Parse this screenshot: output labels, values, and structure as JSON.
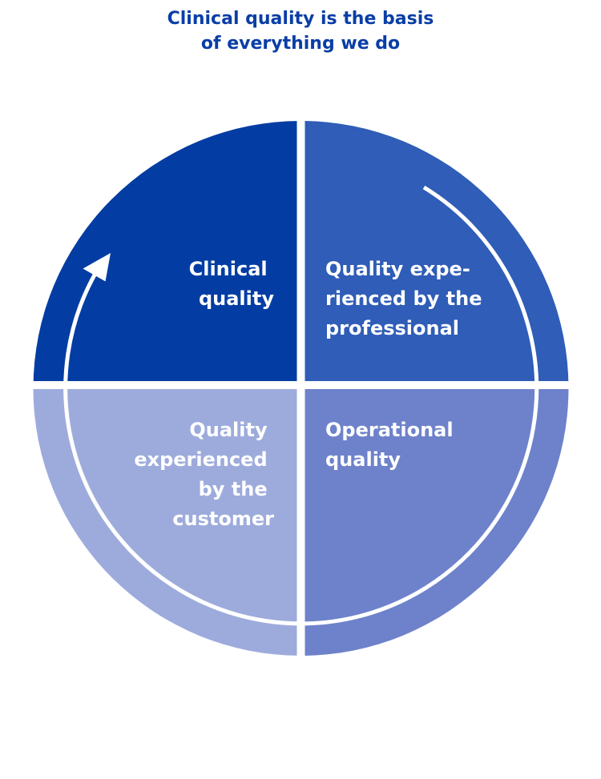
{
  "title": {
    "line1": "Clinical quality is the basis",
    "line2": "of everything we do"
  },
  "quadrants": [
    {
      "id": "clinical",
      "lines": [
        "Clinical",
        "quality"
      ],
      "color": "#033da3"
    },
    {
      "id": "professional",
      "lines": [
        "Quality expe-",
        "rienced by the",
        "professional"
      ],
      "color": "#2f5db7"
    },
    {
      "id": "operational",
      "lines": [
        "Operational",
        "quality"
      ],
      "color": "#6e82cb"
    },
    {
      "id": "customer",
      "lines": [
        "Quality",
        "experienced",
        "by the",
        "customer"
      ],
      "color": "#9dabdc"
    }
  ]
}
